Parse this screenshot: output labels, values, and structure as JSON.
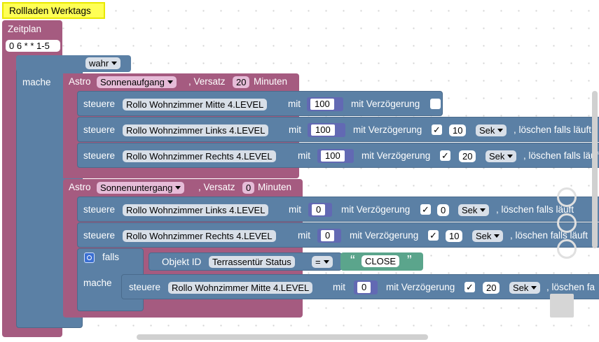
{
  "title_label": "Rollladen Werktags",
  "schedule": {
    "label": "Zeitplan",
    "cron": "0 6 * * 1-5"
  },
  "if_block": {
    "if_label": "falls",
    "condition": "wahr",
    "do_label": "mache"
  },
  "astro1": {
    "label": "Astro",
    "event": "Sonnenaufgang",
    "offset_label": ", Versatz",
    "offset": "20",
    "unit": "Minuten"
  },
  "astro2": {
    "label": "Astro",
    "event": "Sonnenuntergang",
    "offset_label": ", Versatz",
    "offset": "0",
    "unit": "Minuten"
  },
  "rows": [
    {
      "steuere": "steuere",
      "device": "Rollo Wohnzimmer Mitte 4.LEVEL",
      "mit": "mit",
      "value": "100",
      "delay_label": "mit Verzögerung",
      "delay_checked": ""
    },
    {
      "steuere": "steuere",
      "device": "Rollo Wohnzimmer Links 4.LEVEL",
      "mit": "mit",
      "value": "100",
      "delay_label": "mit Verzögerung",
      "delay_checked": "✓",
      "delay_value": "10",
      "delay_unit": "Sek",
      "clear_label": ", löschen falls läuft"
    },
    {
      "steuere": "steuere",
      "device": "Rollo Wohnzimmer Rechts 4.LEVEL",
      "mit": "mit",
      "value": "100",
      "delay_label": "mit Verzögerung",
      "delay_checked": "✓",
      "delay_value": "20",
      "delay_unit": "Sek",
      "clear_label": ", löschen falls läuft"
    },
    {
      "steuere": "steuere",
      "device": "Rollo Wohnzimmer Links 4.LEVEL",
      "mit": "mit",
      "value": "0",
      "delay_label": "mit Verzögerung",
      "delay_checked": "✓",
      "delay_value": "0",
      "delay_unit": "Sek",
      "clear_label": ", löschen falls läuft"
    },
    {
      "steuere": "steuere",
      "device": "Rollo Wohnzimmer Rechts 4.LEVEL",
      "mit": "mit",
      "value": "0",
      "delay_label": "mit Verzögerung",
      "delay_checked": "✓",
      "delay_value": "10",
      "delay_unit": "Sek",
      "clear_label": ", löschen falls läuft"
    },
    {
      "steuere": "steuere",
      "device": "Rollo Wohnzimmer Mitte 4.LEVEL",
      "mit": "mit",
      "value": "0",
      "delay_label": "mit Verzögerung",
      "delay_checked": "✓",
      "delay_value": "20",
      "delay_unit": "Sek",
      "clear_label": ", löschen fa"
    }
  ],
  "if2": {
    "if_label": "falls",
    "do_label": "mache",
    "object_label": "Objekt ID",
    "object_name": "Terrassentür Status",
    "operator": "=",
    "string_value": "CLOSE",
    "quote_open": "“",
    "quote_close": "”"
  },
  "colors": {
    "schedule": "#a55b80",
    "logic": "#5b80a5",
    "astro": "#a55b80",
    "control": "#5b80a5",
    "text": "#5ba58c",
    "number": "#6269b3",
    "comment": "#ffff00"
  }
}
